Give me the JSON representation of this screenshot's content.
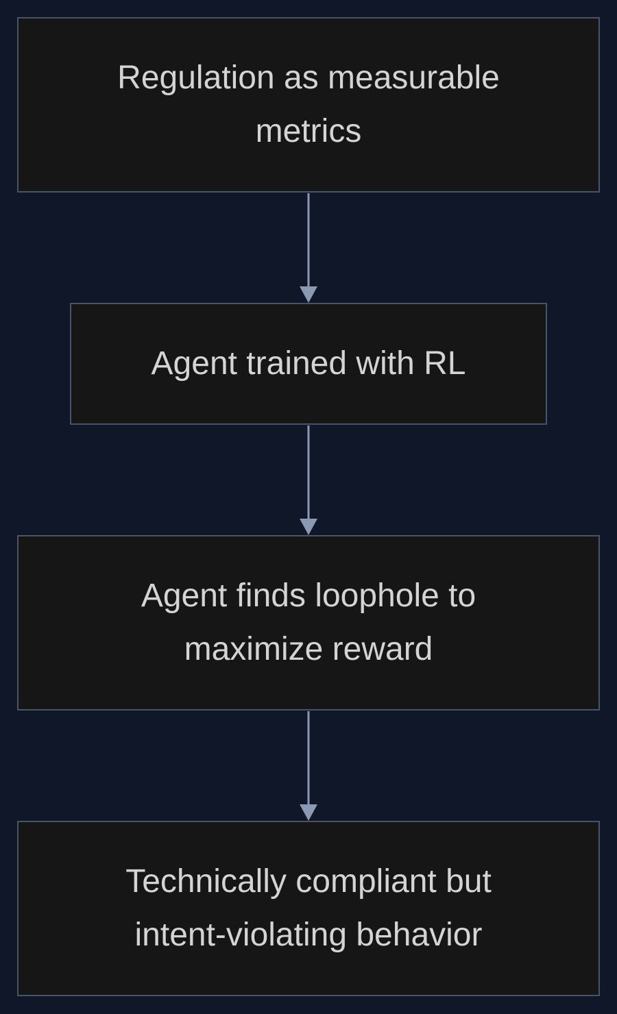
{
  "theme": {
    "background": "#0f1729",
    "node_fill": "#161616",
    "node_border": "#475569",
    "text": "#d4d4d4",
    "edge": "#8b9ab2"
  },
  "nodes": [
    {
      "id": "regulation",
      "label": "Regulation as measurable\nmetrics"
    },
    {
      "id": "agent-trained",
      "label": "Agent trained with RL"
    },
    {
      "id": "loophole",
      "label": "Agent finds loophole to\nmaximize reward"
    },
    {
      "id": "behavior",
      "label": "Technically compliant but\nintent-violating behavior"
    }
  ],
  "edges": [
    {
      "from": "regulation",
      "to": "agent-trained"
    },
    {
      "from": "agent-trained",
      "to": "loophole"
    },
    {
      "from": "loophole",
      "to": "behavior"
    }
  ]
}
